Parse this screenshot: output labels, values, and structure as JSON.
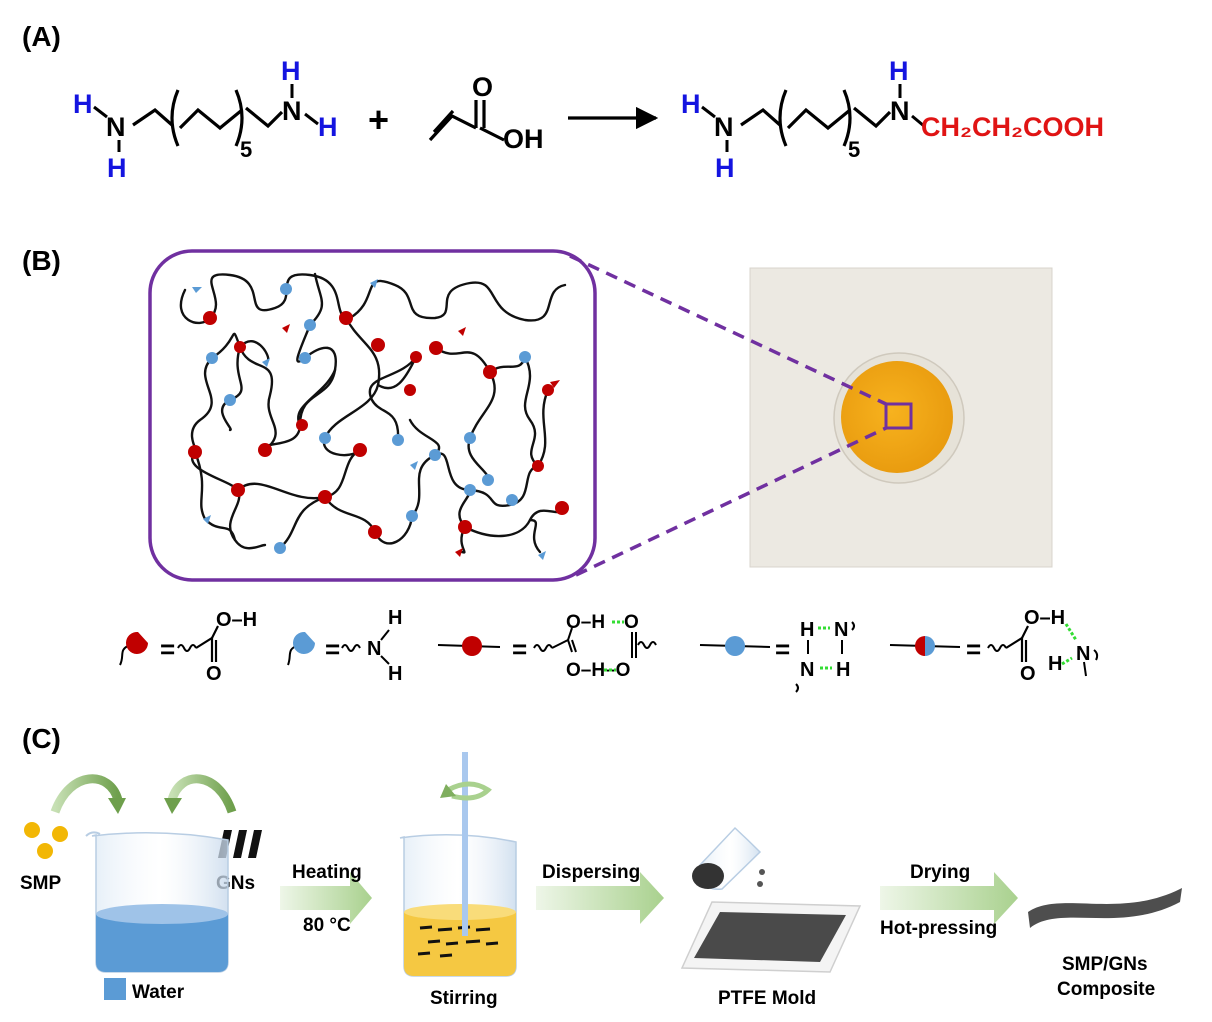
{
  "colors": {
    "blue_atom": "#1414e0",
    "red_group": "#e01414",
    "blue_bead": "#5b9bd5",
    "red_bead": "#c00000",
    "purple": "#7030a0",
    "hbond": "#33dd33",
    "arrow_green": "#a9d18e",
    "water_blue": "#5b9bd5",
    "smp_yellow": "#f2b705",
    "gn_gray": "#505050",
    "solution_yellow": "#f5c842",
    "photo_bg": "#ece9e2",
    "photo_disk": "#f1a714"
  },
  "panel_a": {
    "label": "(A)",
    "h": "H",
    "n": "N",
    "subscript_5": "5",
    "plus": "+",
    "o": "O",
    "oh": "OH",
    "product_group": "CH₂CH₂COOH"
  },
  "panel_b": {
    "label": "(B)",
    "legend": {
      "eq": "=",
      "oh": "O–H",
      "o": "O",
      "h": "H",
      "n": "N",
      "oho_top": "O–H",
      "oho_bottom": "O–H–O",
      "hnh_h": "H",
      "hnh_n": "N"
    }
  },
  "panel_c": {
    "label": "(C)",
    "smp": "SMP",
    "gns": "GNs",
    "water": "Water",
    "heating": "Heating",
    "temp": "80 °C",
    "stirring": "Stirring",
    "dispersing": "Dispersing",
    "mold": "PTFE Mold",
    "drying": "Drying",
    "hot_pressing": "Hot-pressing",
    "composite_1": "SMP/GNs",
    "composite_2": "Composite"
  }
}
